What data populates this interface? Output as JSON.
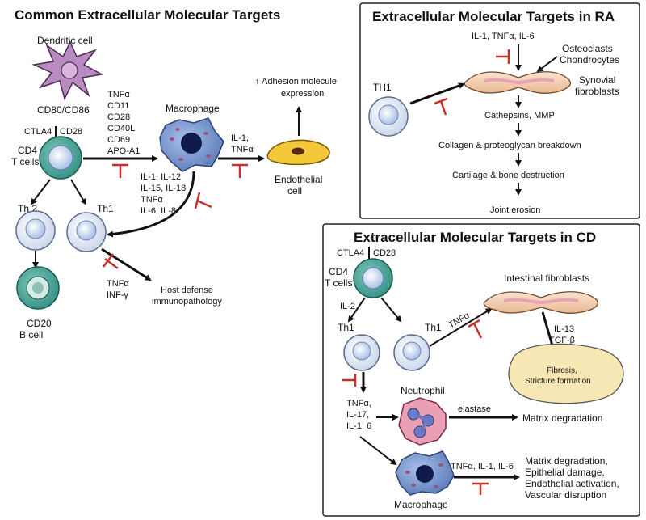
{
  "common": {
    "title": "Common Extracellular Molecular Targets",
    "dendritic_cell": "Dendritic cell",
    "cd80_cd86": "CD80/CD86",
    "ctla4": "CTLA4",
    "cd28": "CD28",
    "cd4_line1": "CD4",
    "cd4_line2": "T cells",
    "target_list": [
      "TNFα",
      "CD11",
      "CD28",
      "CD40L",
      "CD69",
      "APO-A1"
    ],
    "macrophage": "Macrophage",
    "il1_tnf_line1": "IL-1,",
    "il1_tnf_line2": "TNFα",
    "adhesion_line1": "Adhesion molecule",
    "adhesion_line2": "expression",
    "endothelial_line1": "Endothelial",
    "endothelial_line2": "cell",
    "cytokines": [
      "IL-1, IL-12",
      "IL-15, IL-18",
      "TNFα",
      "IL-6, IL-8"
    ],
    "th2": "Th 2",
    "th1": "Th1",
    "cd20_line1": "CD20",
    "cd20_line2": "B cell",
    "tnf_inf": [
      "TNFα",
      "INF-γ"
    ],
    "host_line1": "Host defense",
    "host_line2": "immunopathology"
  },
  "ra": {
    "title": "Extracellular Molecular Targets in RA",
    "cytokines": "IL-1, TNFα, IL-6",
    "osteoclasts": "Osteoclasts",
    "chondrocytes": "Chondrocytes",
    "synovial_line1": "Synovial",
    "synovial_line2": "fibroblasts",
    "th1": "TH1",
    "steps": [
      "Cathepsins, MMP",
      "Collagen & proteoglycan breakdown",
      "Cartilage & bone destruction",
      "Joint erosion"
    ]
  },
  "cd": {
    "title": "Extracellular Molecular Targets in CD",
    "ctla4": "CTLA4",
    "cd28": "CD28",
    "cd4_line1": "CD4",
    "cd4_line2": "T cells",
    "il2": "IL-2",
    "th1_left": "Th1",
    "th1_right": "Th1",
    "tnf": "TNFα",
    "intestinal": "Intestinal fibroblasts",
    "il13": "IL-13",
    "tgfb": "TGF-β",
    "fibrosis_line1": "Fibrosis,",
    "fibrosis_line2": "Stricture formation",
    "neutrophil": "Neutrophil",
    "neutro_cytokines": [
      "TNFα,",
      "IL-17,",
      "IL-1, 6"
    ],
    "elastase": "elastase",
    "matrix": "Matrix degradation",
    "macrophage": "Macrophage",
    "mac_cytokines": "TNFα, IL-1, IL-6",
    "outcomes": [
      "Matrix degradation,",
      "Epithelial damage,",
      "Endothelial activation,",
      "Vascular disruption"
    ]
  },
  "colors": {
    "inhibitor_red": "#c8312b",
    "cd4_teal": "#4aa89a",
    "th_cell": "#e8eef7",
    "dendritic": "#b98bc0",
    "macrophage": "#6f8fc9",
    "endothelial": "#f3c93a",
    "neutrophil": "#e9a0b5",
    "fibroblast": "#f1c9a9",
    "fibrosis": "#f7e7b5"
  }
}
